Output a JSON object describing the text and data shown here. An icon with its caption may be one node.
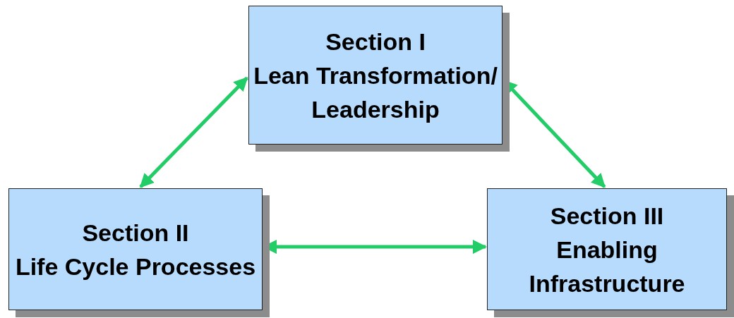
{
  "diagram": {
    "nodes": [
      {
        "text": [
          "Section I",
          "Lean Transformation/ Leadership"
        ]
      },
      {
        "text": [
          "Section II",
          "Life Cycle Processes"
        ]
      },
      {
        "text": [
          "Section III",
          "Enabling Infrastructure"
        ]
      }
    ],
    "edges": [
      {
        "from": 0,
        "to": 1,
        "arrow": "both"
      },
      {
        "from": 0,
        "to": 2,
        "arrow": "both"
      },
      {
        "from": 1,
        "to": 2,
        "arrow": "both"
      }
    ]
  }
}
